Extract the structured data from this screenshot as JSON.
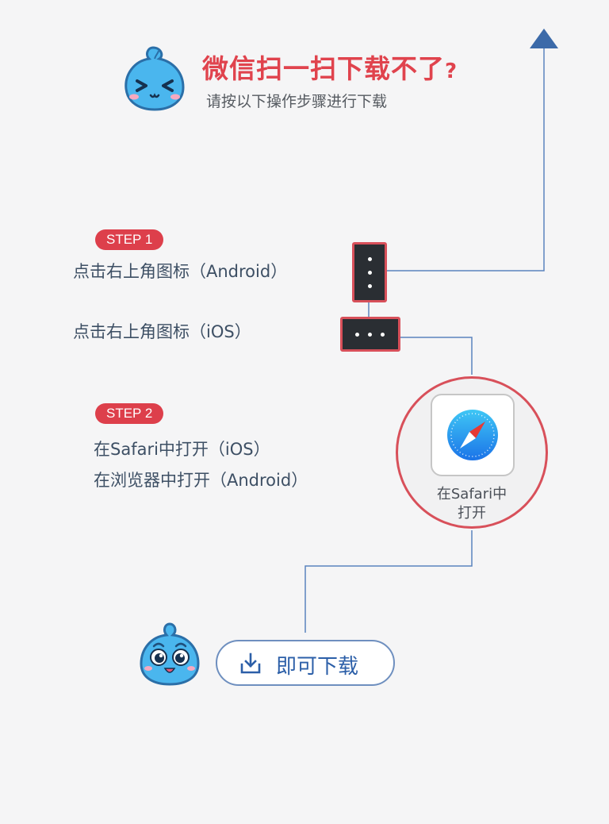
{
  "header": {
    "title": "微信扫一扫下载不了",
    "title_mark": "?",
    "subtitle": "请按以下操作步骤进行下载"
  },
  "step1": {
    "badge": "STEP 1",
    "android_text": "点击右上角图标（Android）",
    "ios_text": "点击右上角图标（iOS）"
  },
  "step2": {
    "badge": "STEP 2",
    "ios_text": "在Safari中打开（iOS）",
    "android_text": "在浏览器中打开（Android）"
  },
  "safari_tile": {
    "label_line1": "在Safari中",
    "label_line2": "打开"
  },
  "download": {
    "label": "即可下载"
  },
  "colors": {
    "accent_red": "#dd3f4b",
    "line_blue": "#5b84bd",
    "button_blue": "#2c5fa8"
  },
  "icons": {
    "arrow": "arrow-up-icon",
    "menu_vertical": "more-vertical-icon",
    "menu_horizontal": "more-horizontal-icon",
    "safari": "safari-compass-icon",
    "download": "download-icon"
  }
}
